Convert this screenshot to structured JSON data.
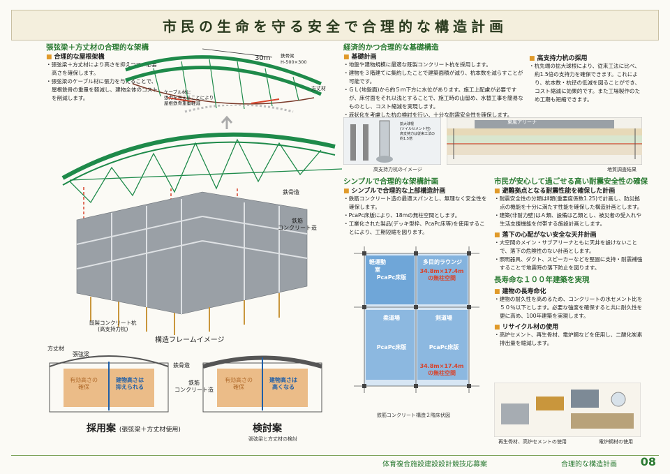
{
  "page": {
    "title": "市民の生命を守る安全で合理的な構造計画",
    "footer_center": "体育複合施設建設設計競技応募案",
    "footer_right": "合理的な構造計画",
    "page_number": "08"
  },
  "left": {
    "section_title": "張弦梁＋方丈材の合理的な架構",
    "head1": "合理的な屋根架構",
    "p1": "・張弦梁＋方丈材により高さを抑えつつ、必要高さを確保します。",
    "p2": "・張弦梁のケーブル材に張力を与えることで、屋根鉄骨の重量を軽減し、建物全体のコストを削減します。",
    "roof_labels": {
      "span": "30m",
      "steel": "鉄骨梁\nH-500×300",
      "cable": "ケーブル材に\n張力を与えることにより\n屋根鉄骨重量軽減",
      "houjou": "方丈材"
    },
    "frame_labels": {
      "steel": "鉄骨造",
      "rc": "鉄筋\nコンクリート造",
      "pile": "既製コンクリート杭\n(高支持力杭)",
      "frame_caption": "構造フレームイメージ"
    },
    "section_labels": {
      "houjou": "方丈材",
      "harigen": "張弦梁",
      "steel": "鉄骨造",
      "rc": "鉄筋\nコンクリート造",
      "eff_left": "有効高さの\n確保",
      "build_left": "建物高さは\n抑えられる",
      "eff_right": "有効高さの\n確保",
      "build_right": "建物高さは\n高くなる"
    },
    "adopt": "採用案",
    "adopt_sub": "(張弦梁＋方丈材使用)",
    "review": "検討案",
    "bottom_caption": "張弦梁と方丈材の検討"
  },
  "mid_top": {
    "section_title": "経済的かつ合理的な基礎構造",
    "head": "基礎計画",
    "p1": "・地盤や建物規模に最適な既製コンクリート杭を採用します。",
    "p2": "・建物を３階建てに集約したことで建築面積が減り、杭本数を減らすことが可能です。",
    "p3": "・ＧＬ(地盤面)から約５ｍ下方に水位があります。施工上配慮が必要ですが、床付面をそれ以浅とすることで、施工時の山留め、水替工事を簡易なものとし、コスト縮減を実現します。",
    "p4": "・液状化を考慮した杭の検討を行い、十分な耐震安全性を確保します。",
    "pile_caption": "高支持力杭のイメージ",
    "pile_note": "拡大球根\n(ソイルセメント柱)\n高支持力は従来工法の\n約1.5倍"
  },
  "right_top": {
    "head": "高支持力杭の採用",
    "p1": "・杭先端の拡大球根により、従来工法に比べ、約1.5倍の支持力を確保できます。これにより、杭本数・杭径の低減を図ることができ、コスト縮減に効果的です。また工場製作のため工期も短縮できます。",
    "arena": "東風アリーナ",
    "survey_caption": "地質調査結果"
  },
  "mid_bottom": {
    "section_title": "シンプルで合理的な架構計画",
    "head": "シンプルで合理的な上部構造計画",
    "p1": "・鉄筋コンクリート造の最適スパンとし、無理なく安全性を確保します。",
    "p2": "・PcaPc床版により、18ｍの無柱空間とします。",
    "p3": "・工業化された製品(デッキ型枠、PcaPc床等)を使用することにより、工期短縮を図ります。",
    "plan_labels": {
      "a": "軽運動室",
      "b": "多目的ラウンジ",
      "c": "PcaPc床版",
      "d": "34.8m×17.4m\nの無柱空間",
      "e": "柔道場",
      "f": "剣道場",
      "g": "PcaPc床版",
      "h": "PcaPc床版",
      "i": "34.8m×17.4m\nの無柱空間"
    },
    "plan_caption": "鉄筋コンクリート構造２階床伏図"
  },
  "right_bottom": {
    "section_title": "市民が安心して過ごせる高い耐震安全性の確保",
    "head1": "避難拠点となる耐震性能を確保した計画",
    "p1": "・耐震安全性の分類はⅡ類(重要度係数1.25)で計画し、防災拠点の機能を十分に満たす性能を確保した構造計画とします。",
    "p2": "・建築(非耐力壁)はＡ類、設備は乙類とし、被災者の受入れや生活支援機能を付帯する施設計画とします。",
    "head2": "落下の心配がない安全な天井計画",
    "p3": "・大空間のメイン・サブアリーナともに天井を設けないことで、落下の危険性のない計画とします。",
    "p4": "・照明器具、ダクト、スピーカーなどを堅固に支持・耐震補強することで地震時の落下防止を図ります。",
    "section_title2": "長寿命な１００年建築を実現",
    "head3": "建物の長寿命化",
    "p5": "・建物の耐久性を高めるため、コンクリートの水セメント比を５０％以下とします。必要な強度を確保すると共に耐久性を更に高め、100年建築を実現します。",
    "head4": "リサイクル材の使用",
    "p6": "・高炉セメント、再生骨材、電炉鋼などを使用し、二酸化炭素排出量を縮減します。",
    "recycle_captions": {
      "a": "再生骨材、高炉セメントの使用",
      "b": "電炉鋼材の使用"
    }
  },
  "colors": {
    "accent_green": "#2a7a32",
    "roof_green": "#1e8a4a",
    "bullet_orange": "#e09a2a",
    "plan_blue": "#6fa6d8",
    "red": "#d8432b"
  }
}
